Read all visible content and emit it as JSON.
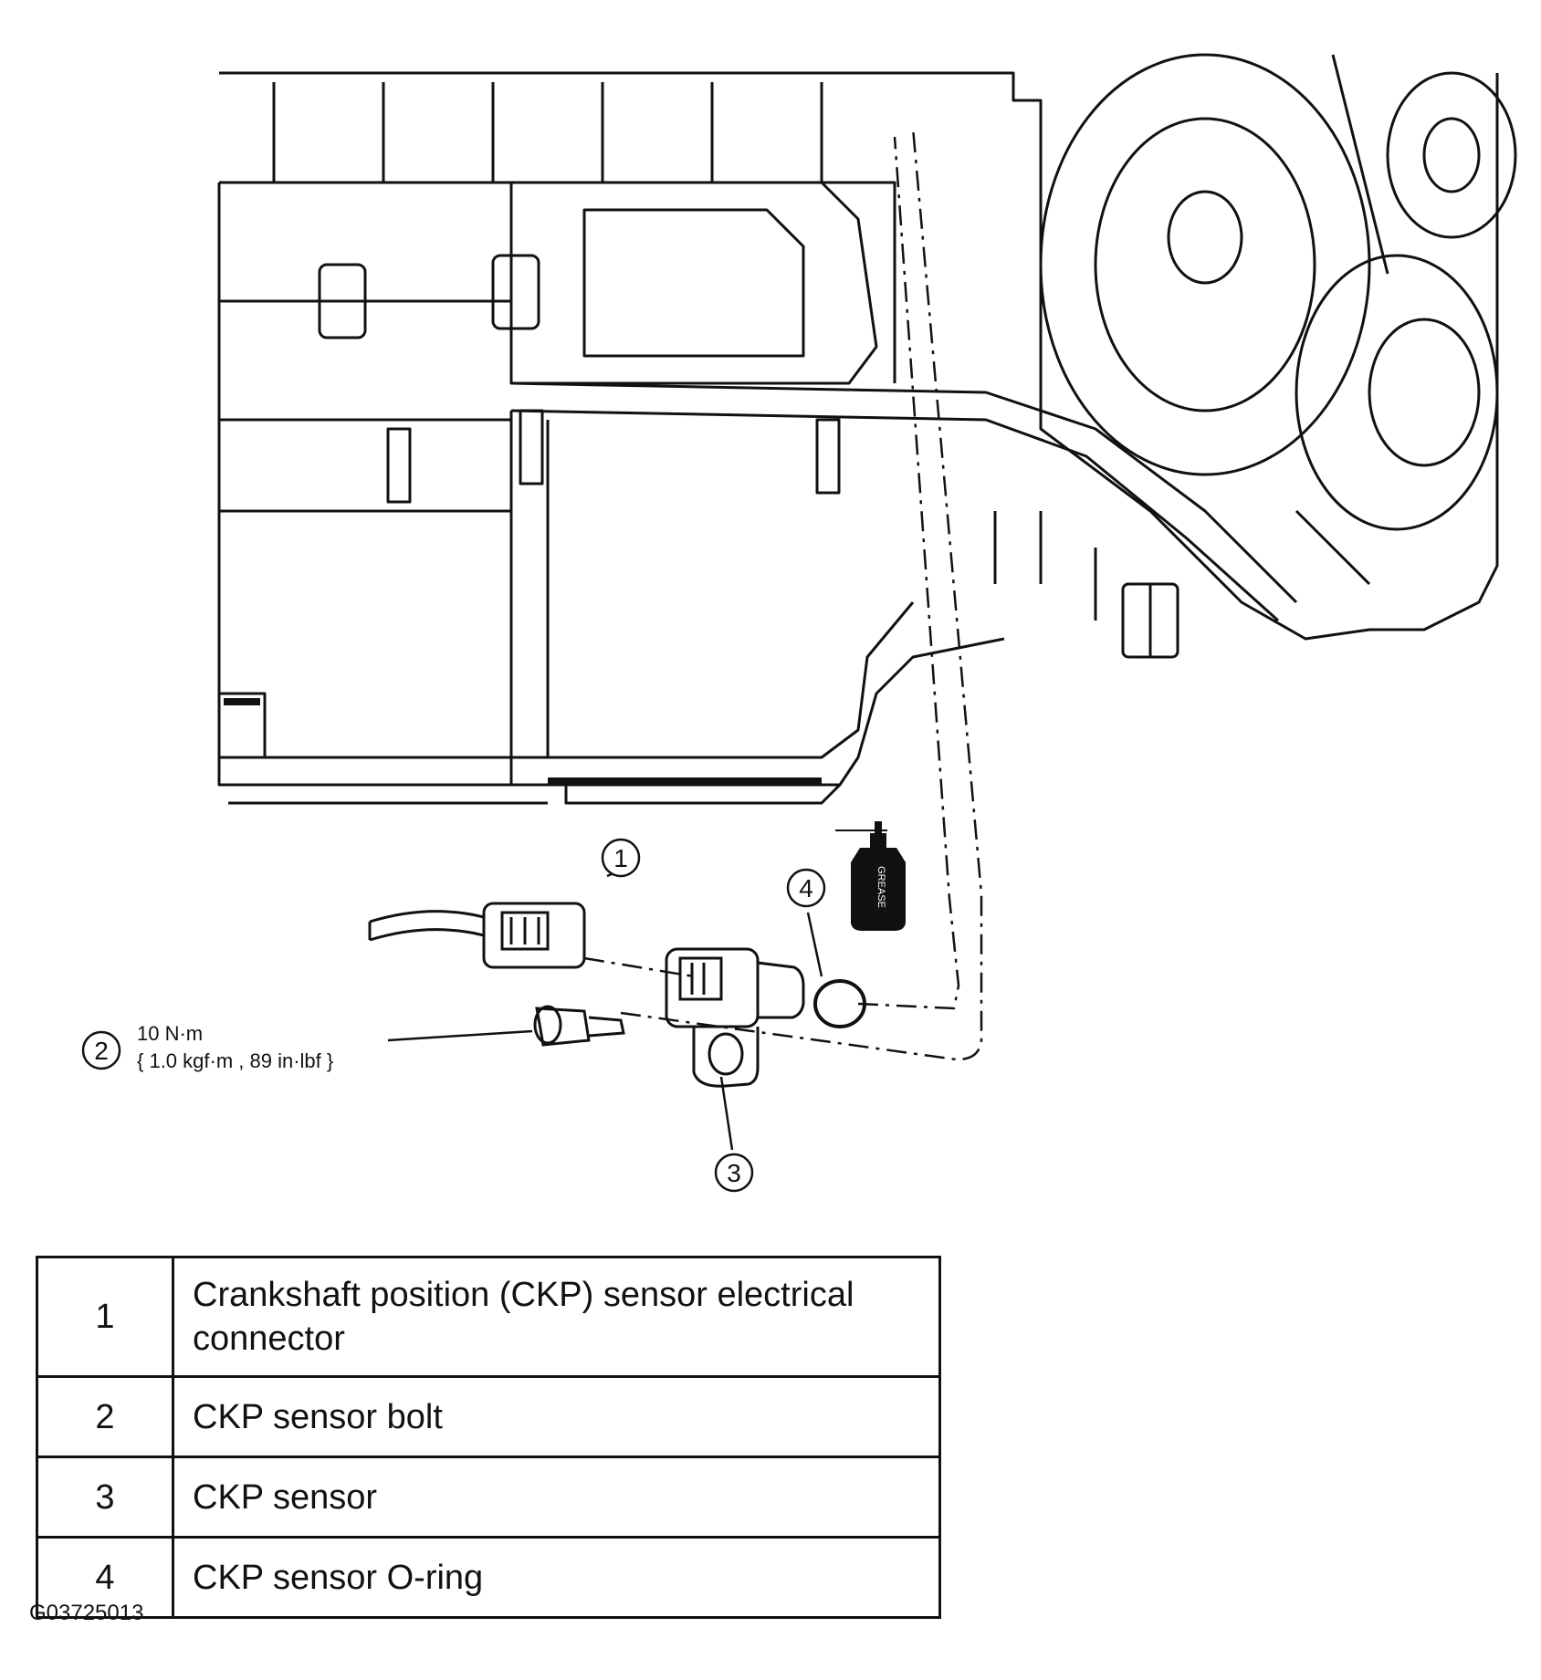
{
  "callouts": [
    "1",
    "2",
    "3",
    "4"
  ],
  "torque": {
    "value": "10 N·m",
    "alt": "{ 1.0 kgf·m , 89 in·lbf }"
  },
  "grease_label": "GREASE",
  "legend": [
    {
      "number": "1",
      "description": "Crankshaft position (CKP) sensor electrical connector"
    },
    {
      "number": "2",
      "description": "CKP sensor bolt"
    },
    {
      "number": "3",
      "description": "CKP sensor"
    },
    {
      "number": "4",
      "description": "CKP sensor O-ring"
    }
  ],
  "figure_id": "G03725013"
}
